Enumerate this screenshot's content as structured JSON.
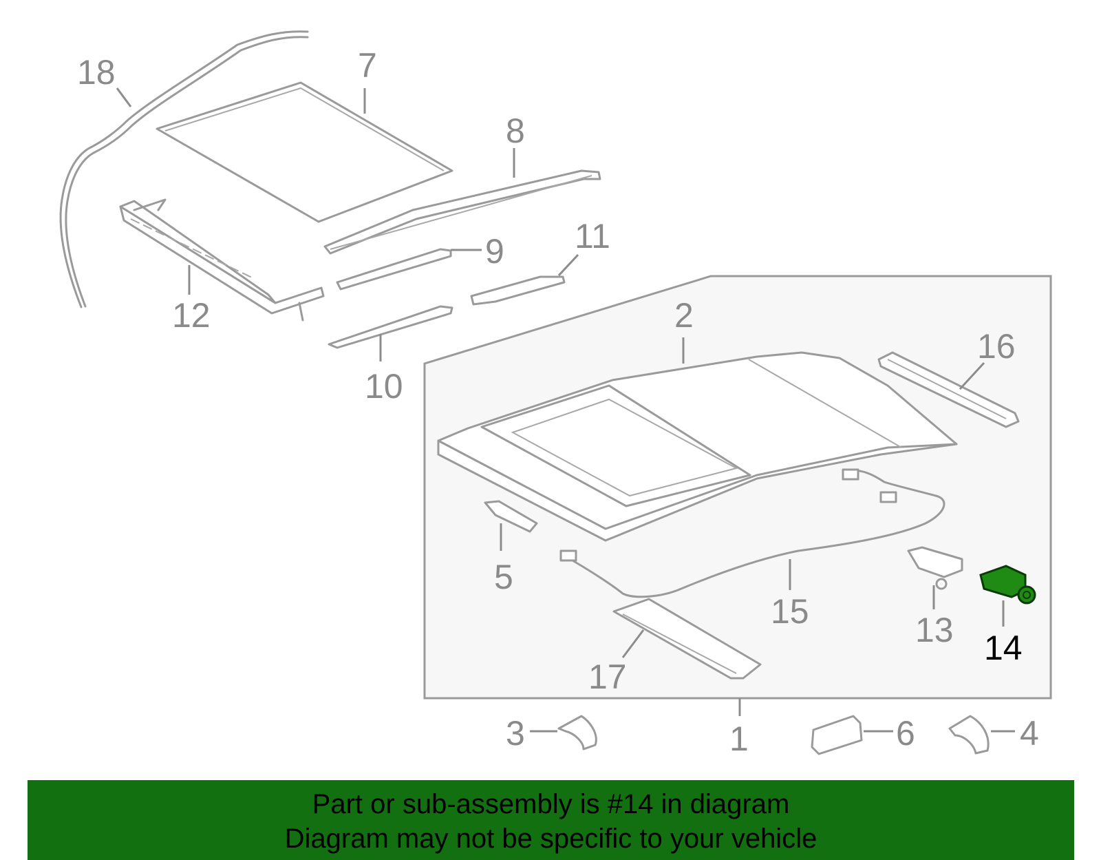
{
  "diagram": {
    "highlighted_part": "14",
    "labels": [
      "1",
      "2",
      "3",
      "4",
      "5",
      "6",
      "7",
      "8",
      "9",
      "10",
      "11",
      "12",
      "13",
      "14",
      "15",
      "16",
      "17",
      "18"
    ],
    "highlight_color": "#1f8a14",
    "callout_color": "#8a8a8a"
  },
  "banner": {
    "line1": "Part or sub-assembly is #14 in diagram",
    "line2": "Diagram may not be specific to your vehicle",
    "background": "#137010"
  }
}
